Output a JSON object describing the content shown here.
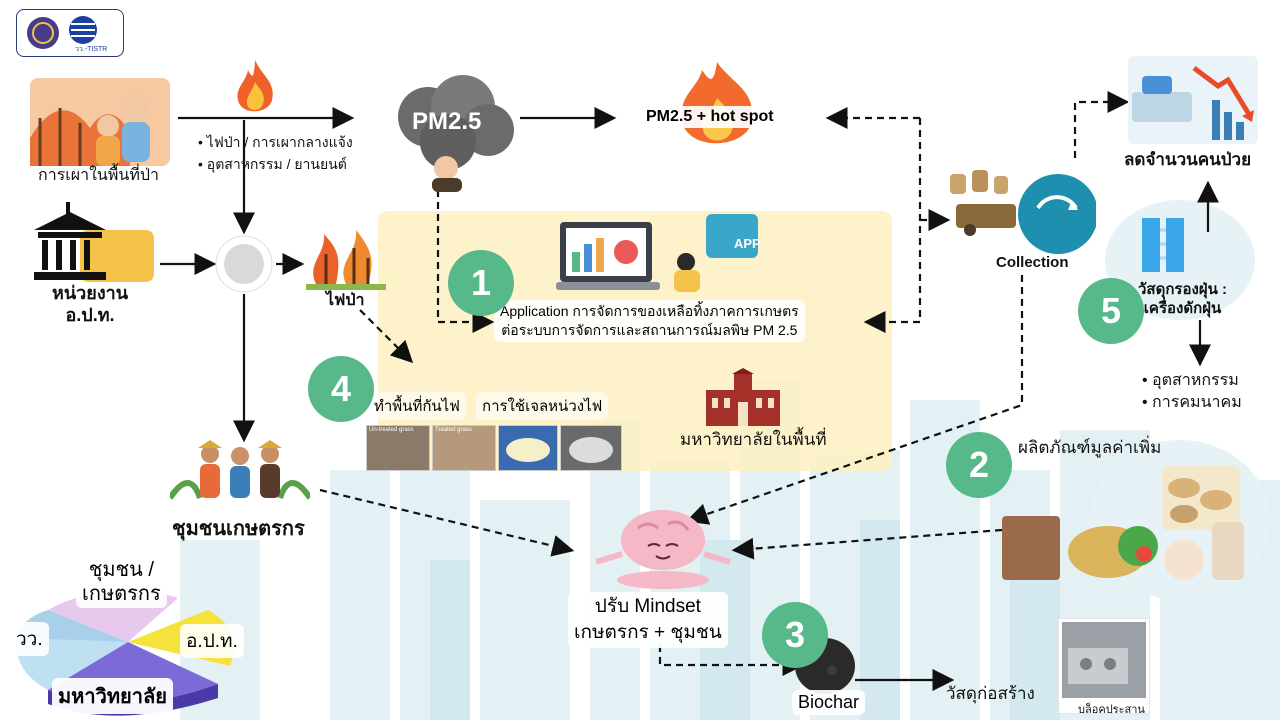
{
  "header": {
    "logo_text": "วว.-TISTR"
  },
  "nodes": {
    "forest_burning": "การเผาในพื้นที่ป่า",
    "agency": "หน่วยงาน\nอ.ป.ท.",
    "wildfire": "ไฟป่า",
    "pm25_cloud": "PM2.5",
    "pm_hotspot": "PM2.5 +  hot spot",
    "collection": "Collection",
    "reduce_patients": "ลดจำนวนคนป่วย",
    "filter_material": "วัสดุกรองฝุ่น  :\nเครื่องดักฝุ่น",
    "uses": [
      "อุตสาหกรรม",
      "การคมนาคม"
    ],
    "value_added": "ผลิตภัณฑ์มูลค่าเพิ่ม",
    "farmers_community": "ชุมชนเกษตรกร",
    "university_local": "มหาวิทยาลัยในพื้นที่",
    "mindset": "ปรับ Mindset\nเกษตรกร + ชุมชน",
    "biochar": "Biochar",
    "building_material": "วัสดุก่อสร้าง",
    "brick_caption": "บล็อคประสาน"
  },
  "causes": [
    "ไฟป่า / การเผากลางแจ้ง",
    "อุตสาหกรรม / ยานยนต์"
  ],
  "application": {
    "app_label": "APP",
    "text": "Application การจัดการของเหลือทิ้งภาคการเกษตร\nต่อระบบการจัดการและสถานการณ์มลพิษ PM 2.5"
  },
  "firebreak": {
    "labels": [
      "ทำพื้นที่กันไฟ",
      "การใช้เจลหน่วงไฟ"
    ],
    "photo_captions": [
      "Un-treated grass",
      "Treated grass"
    ]
  },
  "steps": [
    "1",
    "2",
    "3",
    "4",
    "5"
  ],
  "stakeholders": {
    "top": "ชุมชน /\nเกษตรกร",
    "right": "อ.ป.ท.",
    "left": "วว.",
    "bottom": "มหาวิทยาลัย"
  },
  "colors": {
    "step_green": "#57b98a",
    "panel_yellow": "#fdf1c4",
    "pie_pink": "#e8c9ee",
    "pie_yellow": "#f5e23a",
    "pie_blue": "#bfe0f3",
    "pie_purple": "#7c6ad9",
    "city_background": "#d9ecf2"
  }
}
